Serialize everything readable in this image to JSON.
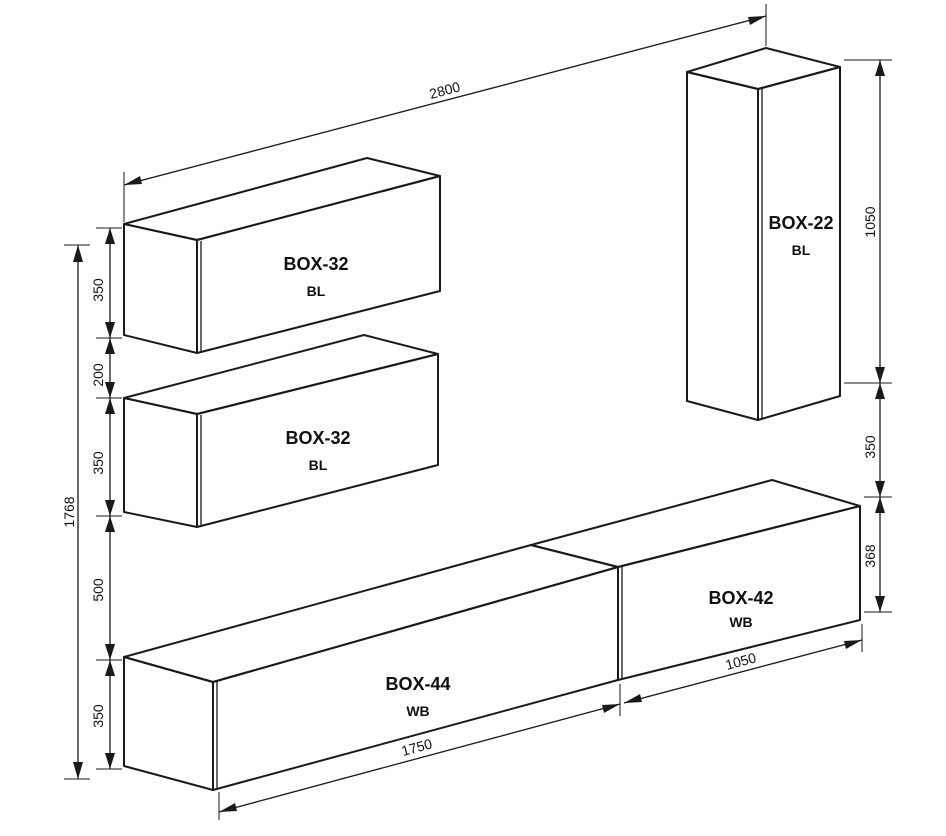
{
  "boxes": [
    {
      "name": "BOX-32",
      "finish": "BL"
    },
    {
      "name": "BOX-32",
      "finish": "BL"
    },
    {
      "name": "BOX-22",
      "finish": "BL"
    },
    {
      "name": "BOX-44",
      "finish": "WB"
    },
    {
      "name": "BOX-42",
      "finish": "WB"
    }
  ],
  "dimensions": {
    "total_width": "2800",
    "total_height": "1768",
    "left_column": [
      "350",
      "200",
      "350",
      "500",
      "350"
    ],
    "box22_height": "1050",
    "gap_right": "350",
    "box42_height": "368",
    "box44_width": "1750",
    "box42_width": "1050"
  }
}
